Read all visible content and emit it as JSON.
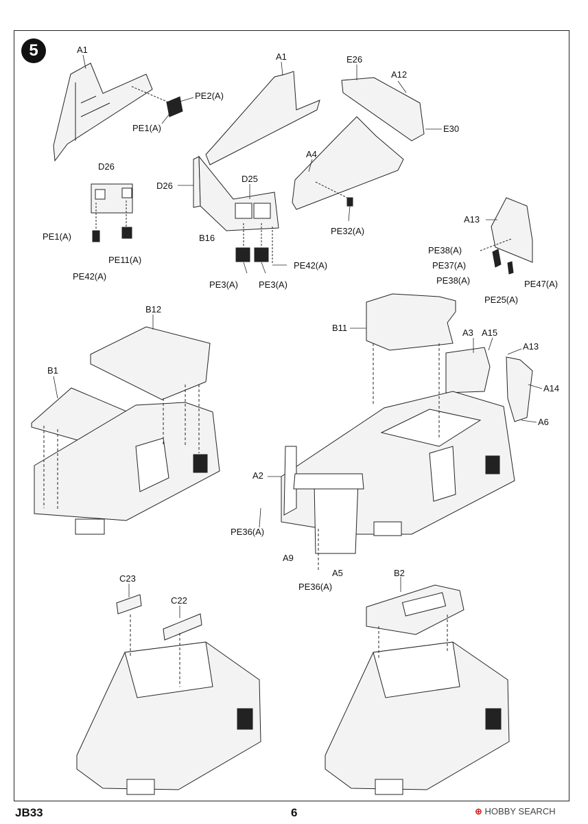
{
  "page": {
    "step_number": "5",
    "kit_code": "JB33",
    "page_number": "6",
    "watermark": "HOBBY SEARCH",
    "colors": {
      "line": "#222222",
      "fill": "#f3f3f3",
      "pe_fill": "#222222",
      "background": "#ffffff"
    }
  },
  "labels": {
    "a1_left": "A1",
    "pe2_a": "PE2(A)",
    "pe1_a_top": "PE1(A)",
    "a1_center": "A1",
    "e26": "E26",
    "a12": "A12",
    "e30": "E30",
    "a4": "A4",
    "d26_top": "D26",
    "d26_side": "D26",
    "d25": "D25",
    "b16": "B16",
    "pe1_a_mid": "PE1(A)",
    "pe11_a": "PE11(A)",
    "pe42_a_left": "PE42(A)",
    "pe3_a_1": "PE3(A)",
    "pe3_a_2": "PE3(A)",
    "pe42_a_center": "PE42(A)",
    "pe32_a": "PE32(A)",
    "a13_top": "A13",
    "pe38_a_1": "PE38(A)",
    "pe37_a": "PE37(A)",
    "pe38_a_2": "PE38(A)",
    "pe47_a": "PE47(A)",
    "pe25_a": "PE25(A)",
    "b12": "B12",
    "b1": "B1",
    "b11": "B11",
    "a3": "A3",
    "a15": "A15",
    "a13_mid": "A13",
    "a14": "A14",
    "a6": "A6",
    "a2": "A2",
    "pe36_a_1": "PE36(A)",
    "a9": "A9",
    "a5": "A5",
    "pe36_a_2": "PE36(A)",
    "c23": "C23",
    "c22": "C22",
    "b2": "B2"
  }
}
